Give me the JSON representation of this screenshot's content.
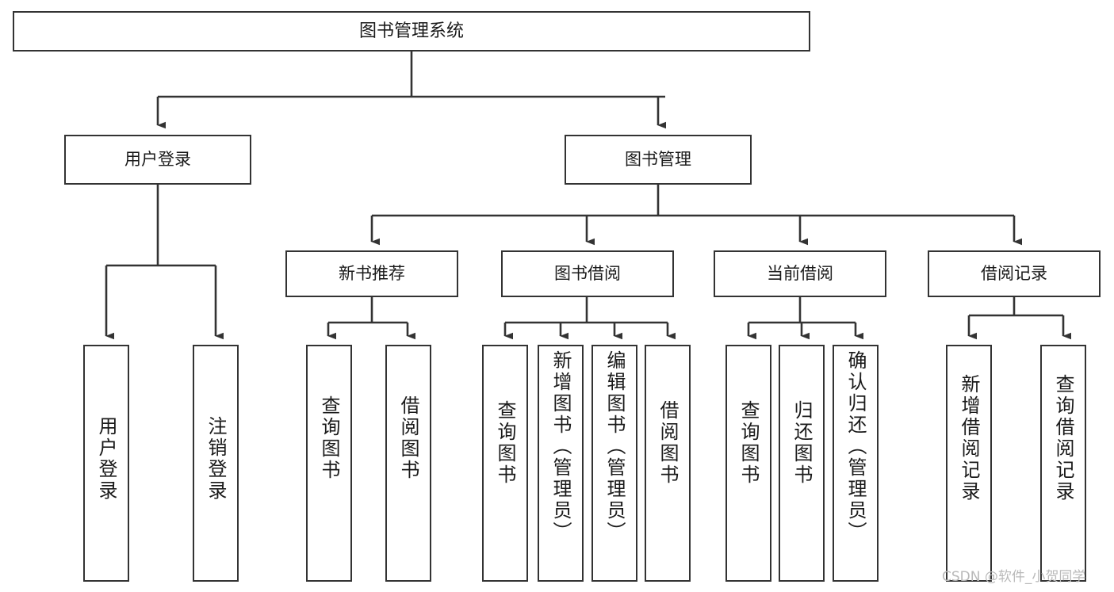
{
  "diagram": {
    "title": "图书管理系统",
    "type": "tree-hierarchy-chart",
    "stroke_color": "#333333",
    "fill_color": "#ffffff",
    "text_color": "#1a1a1a"
  },
  "watermark": {
    "text": "CSDN @软件_小贺同学",
    "color": "#b9b9b9"
  },
  "nodes": {
    "root": {
      "label": "图书管理系统"
    },
    "level2": [
      {
        "label": "用户登录"
      },
      {
        "label": "图书管理"
      }
    ],
    "level3": [
      {
        "label": "新书推荐"
      },
      {
        "label": "图书借阅"
      },
      {
        "label": "当前借阅"
      },
      {
        "label": "借阅记录"
      }
    ],
    "leaves": {
      "user_login": [
        {
          "label": "用户登录"
        },
        {
          "label": "注销登录"
        }
      ],
      "new_book_recommend": [
        {
          "label": "查询图书"
        },
        {
          "label": "借阅图书"
        }
      ],
      "book_borrow": [
        {
          "label": "查询图书"
        },
        {
          "label": "新增图书（管理员）"
        },
        {
          "label": "编辑图书（管理员）"
        },
        {
          "label": "借阅图书"
        }
      ],
      "current_borrow": [
        {
          "label": "查询图书"
        },
        {
          "label": "归还图书"
        },
        {
          "label": "确认归还（管理员）"
        }
      ],
      "borrow_record": [
        {
          "label": "新增借阅记录"
        },
        {
          "label": "查询借阅记录"
        }
      ]
    }
  }
}
